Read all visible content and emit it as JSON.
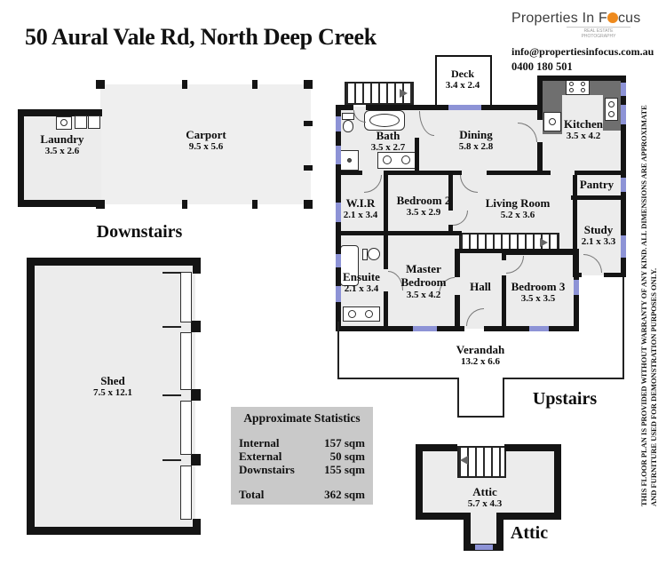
{
  "header": {
    "title": "50 Aural Vale Rd, North Deep Creek"
  },
  "brand": {
    "name_pre": "Properties In F",
    "name_post": "cus",
    "tagline": "REAL ESTATE PHOTOGRAPHY",
    "email": "info@propertiesinfocus.com.au",
    "phone": "0400 180 501",
    "accent_color": "#ee8a1d"
  },
  "floor_labels": {
    "downstairs": "Downstairs",
    "upstairs": "Upstairs",
    "attic": "Attic"
  },
  "rooms": {
    "deck": {
      "name": "Deck",
      "dims": "3.4 x 2.4"
    },
    "laundry": {
      "name": "Laundry",
      "dims": "3.5 x 2.6"
    },
    "carport": {
      "name": "Carport",
      "dims": "9.5 x 5.6"
    },
    "bath": {
      "name": "Bath",
      "dims": "3.5 x 2.7"
    },
    "dining": {
      "name": "Dining",
      "dims": "5.8 x 2.8"
    },
    "kitchen": {
      "name": "Kitchen",
      "dims": "3.5 x 4.2"
    },
    "pantry": {
      "name": "Pantry"
    },
    "wir": {
      "name": "W.I.R",
      "dims": "2.1 x 3.4"
    },
    "bedroom2": {
      "name": "Bedroom 2",
      "dims": "3.5 x 2.9"
    },
    "living": {
      "name": "Living Room",
      "dims": "5.2 x 3.6"
    },
    "study": {
      "name": "Study",
      "dims": "2.1 x 3.3"
    },
    "ensuite": {
      "name": "Ensuite",
      "dims": "2.1 x 3.4"
    },
    "master": {
      "name": "Master Bedroom",
      "dims": "3.5 x 4.2"
    },
    "hall": {
      "name": "Hall"
    },
    "bedroom3": {
      "name": "Bedroom 3",
      "dims": "3.5 x 3.5"
    },
    "verandah": {
      "name": "Verandah",
      "dims": "13.2 x 6.6"
    },
    "shed": {
      "name": "Shed",
      "dims": "7.5 x 12.1"
    },
    "attic": {
      "name": "Attic",
      "dims": "5.7 x 4.3"
    }
  },
  "stats": {
    "title": "Approximate Statistics",
    "rows": [
      {
        "label": "Internal",
        "value": "157 sqm"
      },
      {
        "label": "External",
        "value": "50 sqm"
      },
      {
        "label": "Downstairs",
        "value": "155 sqm"
      }
    ],
    "total": {
      "label": "Total",
      "value": "362 sqm"
    }
  },
  "disclaimer": {
    "line1": "THIS FLOOR PLAN IS PROVIDED WITHOUT WARRANTY OF ANY KIND. ALL DIMENSIONS ARE APPROXIMATE",
    "line2": "AND FURNITURE USED FOR DEMONSTRATION PURPOSES ONLY."
  },
  "colors": {
    "wall": "#141414",
    "room_fill": "#ececec",
    "window": "#8d93d6",
    "counter": "#6f6f6f",
    "stats_bg": "#c9c9c9"
  }
}
